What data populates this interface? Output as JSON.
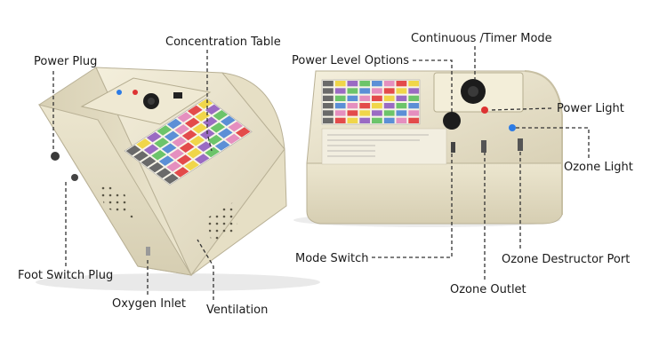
{
  "labels": {
    "power_plug": "Power Plug",
    "concentration_table": "Concentration Table",
    "foot_switch_plug": "Foot Switch Plug",
    "oxygen_inlet": "Oxygen Inlet",
    "ventilation": "Ventilation",
    "power_level_options": "Power Level Options",
    "continuous_timer_mode": "Continuous /Timer Mode",
    "power_light": "Power Light",
    "ozone_light": "Ozone Light",
    "mode_switch": "Mode Switch",
    "ozone_outlet": "Ozone Outlet",
    "ozone_destructor_port": "Ozone Destructor Port"
  },
  "colors": {
    "device_body": "#ece6cf",
    "device_panel": "#f2ecd6",
    "device_shadow": "#cfc7ab",
    "table_red": "#e34b4b",
    "table_yellow": "#f0d64a",
    "table_purple": "#9a6bc3",
    "table_green": "#6cc46a",
    "table_blue": "#5c8fd6",
    "table_pink": "#e58fbf"
  }
}
